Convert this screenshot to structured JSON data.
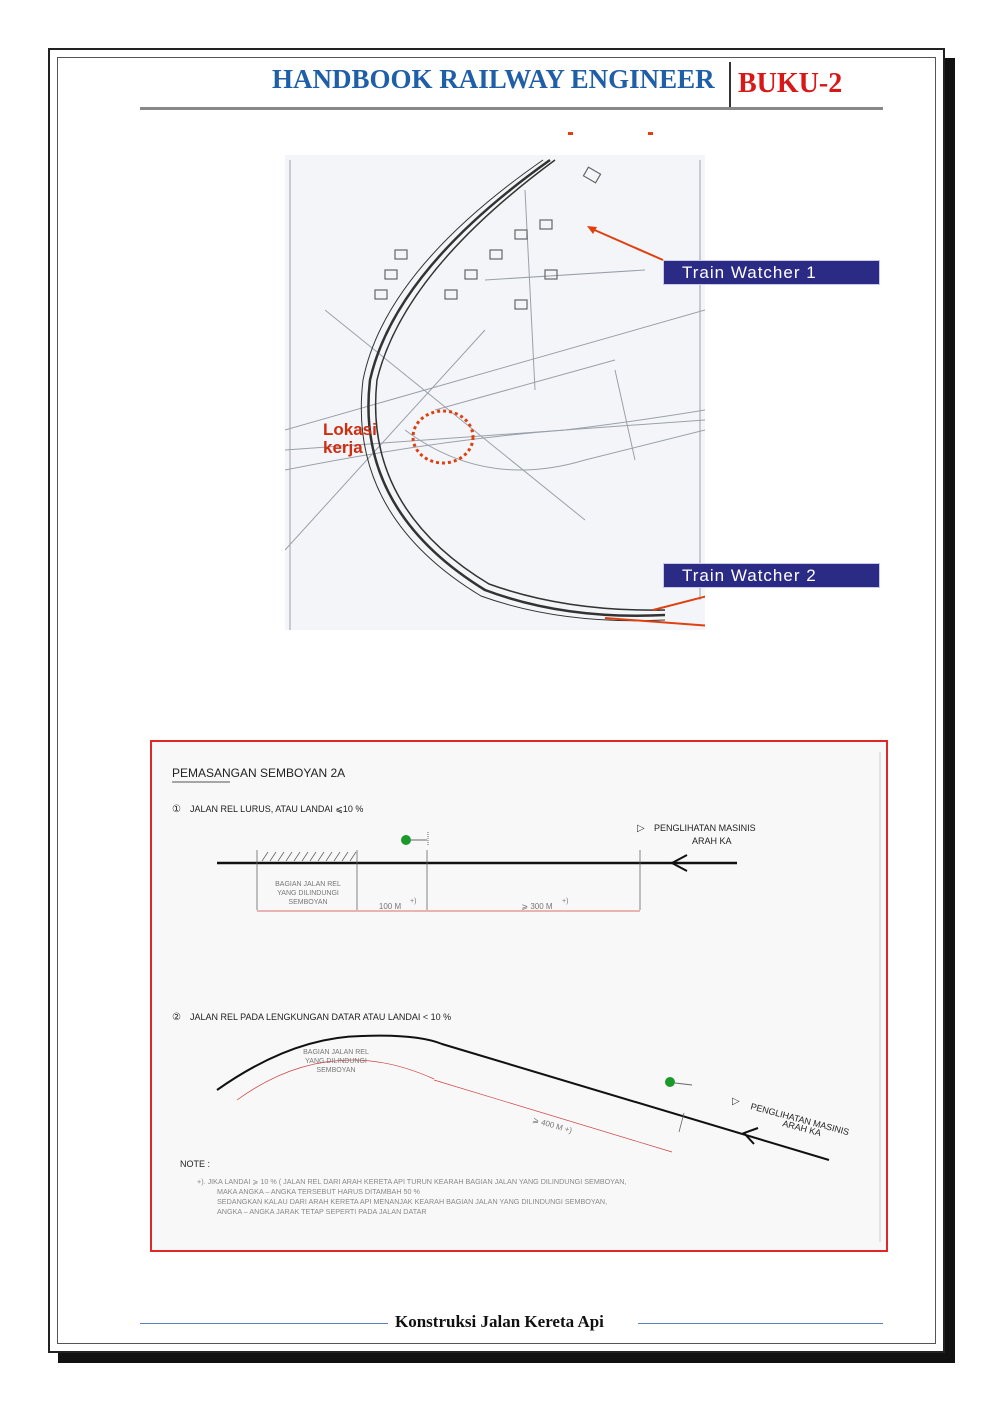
{
  "header": {
    "title": "HANDBOOK RAILWAY ENGINEER",
    "book": "BUKU-2"
  },
  "map": {
    "labels": [
      "Train Watcher 1",
      "Train Watcher 2"
    ],
    "work_location": [
      "Lokasi",
      "kerja"
    ],
    "colors": {
      "label_bg": "#2b2b86",
      "marker": "#e04010"
    }
  },
  "diagram": {
    "title": "PEMASANGAN SEMBOYAN 2A",
    "case1": {
      "number": "①",
      "heading": "JALAN REL LURUS, ATAU LANDAI ⩽10 %",
      "view_label": [
        "PENGLIHATAN MASINIS",
        "ARAH KA"
      ],
      "protected": [
        "BAGIAN JALAN REL",
        "YANG DILINDUNGI",
        "SEMBOYAN"
      ],
      "dim1": "100 M",
      "dim2": "⩾ 300 M",
      "sup": "+)"
    },
    "case2": {
      "number": "②",
      "heading": "JALAN REL PADA LENGKUNGAN DATAR ATAU LANDAI  < 10 %",
      "view_label": [
        "PENGLIHATAN MASINIS",
        "ARAH KA"
      ],
      "protected": [
        "BAGIAN JALAN REL",
        "YANG DILINDUNGI",
        "SEMBOYAN"
      ],
      "dim": "⩾ 400 M +)"
    },
    "note_label": "NOTE :",
    "note_lines": [
      "+). JIKA LANDAI ⩾ 10 % ( JALAN REL DARI ARAH KERETA API TURUN KEARAH BAGIAN JALAN YANG DILINDUNGI SEMBOYAN,",
      "MAKA ANGKA  –  ANGKA TERSEBUT HARUS DITAMBAH 50 %",
      "SEDANGKAN KALAU DARI ARAH KERETA API MENANJAK KEARAH BAGIAN JALAN YANG DILINDUNGI SEMBOYAN,",
      "ANGKA  –  ANGKA JARAK TETAP SEPERTI PADA JALAN DATAR"
    ],
    "colors": {
      "border": "#e02828",
      "signal": "#1a9a2a",
      "dimension": "#d04040"
    }
  },
  "footer": {
    "text": "Konstruksi Jalan Kereta Api"
  }
}
